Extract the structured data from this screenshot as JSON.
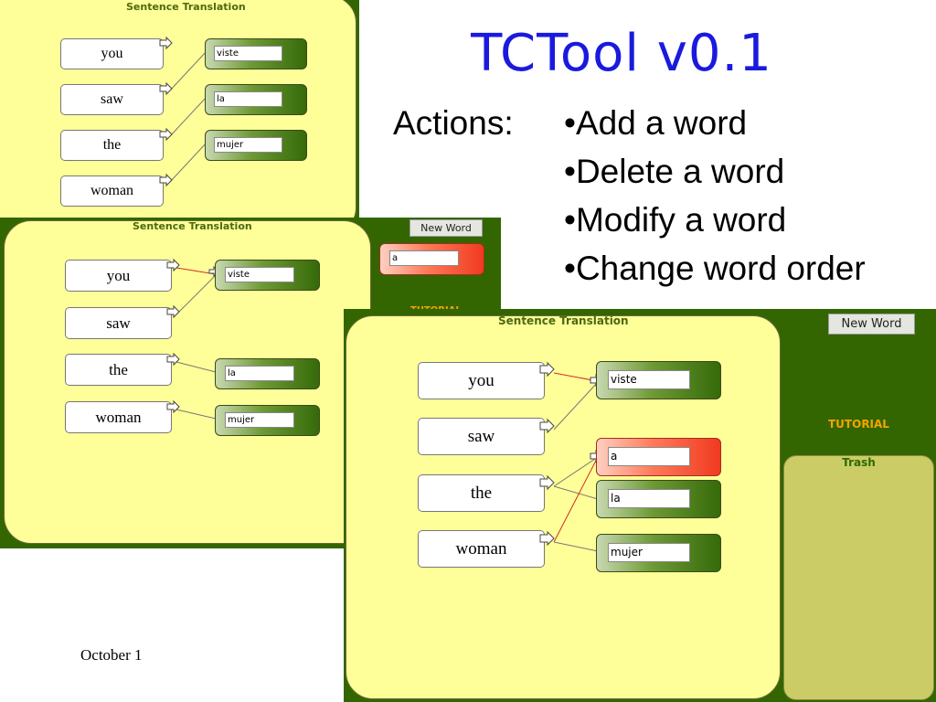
{
  "slide": {
    "title": "TCTool  v0.1",
    "actions_label": "Actions:",
    "bullets": [
      "•Add a word",
      "•Delete a word",
      "•Modify a word",
      "•Change word order"
    ],
    "footer": "October 1"
  },
  "screens": [
    {
      "panel_title": "Sentence Translation",
      "source_words": [
        "you",
        "saw",
        "the",
        "woman"
      ],
      "target_words": [
        "viste",
        "la",
        "mujer"
      ]
    },
    {
      "panel_title": "Sentence Translation",
      "new_word_button": "New Word",
      "new_word_value": "a",
      "tutorial": "TUTORIAL",
      "source_words": [
        "you",
        "saw",
        "the",
        "woman"
      ],
      "target_words": [
        "viste",
        "la",
        "mujer"
      ]
    },
    {
      "panel_title": "Sentence Translation",
      "new_word_button": "New Word",
      "tutorial": "TUTORIAL",
      "trash_label": "Trash",
      "source_words": [
        "you",
        "saw",
        "the",
        "woman"
      ],
      "target_words": [
        "viste",
        "a",
        "la",
        "mujer"
      ]
    }
  ],
  "colors": {
    "title": "#1a1adf",
    "screen_bg": "#336600",
    "panel_bg": "#ffff99",
    "highlight_box": "#f03a20",
    "tutorial": "#f5a400"
  }
}
